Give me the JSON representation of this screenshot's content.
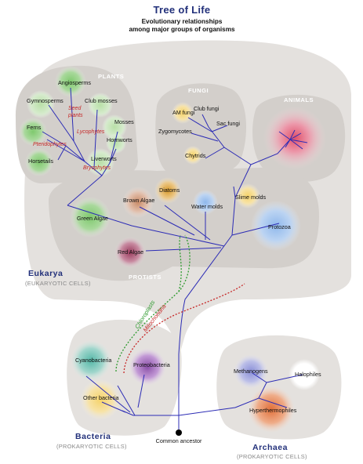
{
  "title": "Tree of Life",
  "subtitle_lines": [
    "Evolutionary relationships",
    "among major groups of organisms"
  ],
  "groups": {
    "plants": "PLANTS",
    "fungi": "FUNGI",
    "animals": "ANIMALS",
    "protists": "PROTISTS"
  },
  "domains": {
    "eukarya": {
      "name": "Eukarya",
      "note": "(EUKARYOTIC CELLS)"
    },
    "bacteria": {
      "name": "Bacteria",
      "note": "(PROKARYOTIC CELLS)"
    },
    "archaea": {
      "name": "Archaea",
      "note": "(PROKARYOTIC CELLS)"
    }
  },
  "plants": {
    "angiosperms": "Angiosperms",
    "gymnosperms": "Gymnosperms",
    "seed_plants": [
      "Seed",
      "plants"
    ],
    "club_mosses": "Club mosses",
    "lycophytes": "Lycophytes",
    "ferns": "Ferns",
    "pteridophytes": "Pteridophytes",
    "mosses": "Mosses",
    "hornworts": "Hornworts",
    "horsetails": "Horsetails",
    "liverworts": "Liverworts",
    "bryophytes": "Bryophytes"
  },
  "fungi": {
    "am_fungi": "AM fungi",
    "club_fungi": "Club fungi",
    "sac_fungi": "Sac fungi",
    "zygomycotes": "Zygomycotes",
    "chytrids": "Chytrids"
  },
  "protists": {
    "diatoms": "Diatoms",
    "brown_algae": "Brown Algae",
    "water_molds": "Water molds",
    "slime_molds": "Slime molds",
    "green_algae": "Green Algae",
    "protozoa": "Protozoa",
    "red_algae": "Red Algae"
  },
  "bacteria": {
    "cyanobacteria": "Cyanobacteria",
    "proteobacteria": "Proteobacteria",
    "other": "Other bacteria"
  },
  "archaea": {
    "methanogens": "Methanogens",
    "halophiles": "Halophiles",
    "hyperthermophiles": "Hyperthermophiles"
  },
  "common_ancestor": "Common ancestor",
  "endosymbiosis": {
    "chloroplasts": "Chloroplasts",
    "mitochondria": "Mitochondria"
  },
  "colors": {
    "title": "#22307a",
    "branch": "#2c2cb5",
    "chloroplast_line": "#2e9a2e",
    "mitochondria_line": "#c62828",
    "region": "#e4e1de",
    "inner_region": "#d3cfcb"
  }
}
